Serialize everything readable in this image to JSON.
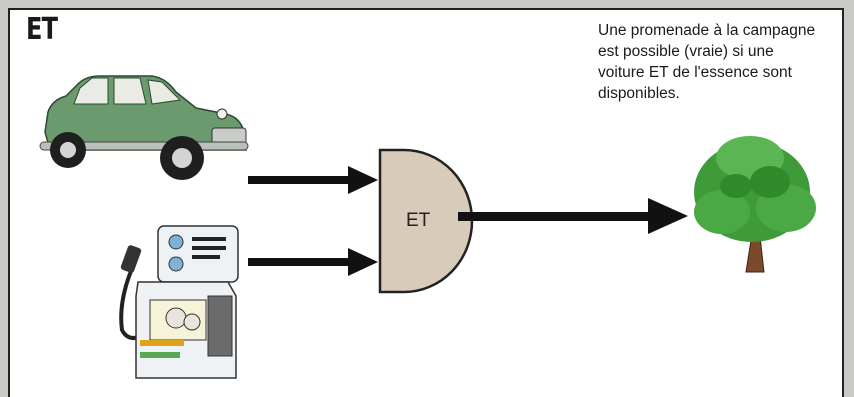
{
  "title": "ET",
  "caption": "Une promenade à la campagne est possible (vraie) si une voiture ET de l'essence sont disponibles.",
  "gate": {
    "label": "ET"
  },
  "inputs": [
    {
      "icon": "car-icon"
    },
    {
      "icon": "fuel-pump-icon"
    }
  ],
  "output": {
    "icon": "tree-icon"
  },
  "colors": {
    "car_body": "#6a9a6e",
    "gate_fill": "#d8cbb9",
    "tree_foliage": "#3f9a3a",
    "tree_trunk": "#7a4a2a",
    "pump_blue": "#7fb2d8",
    "arrow": "#111111"
  }
}
